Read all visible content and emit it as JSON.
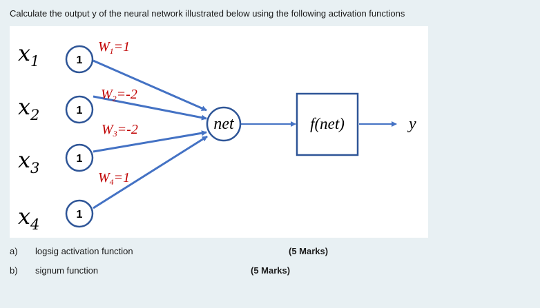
{
  "question": "Calculate the output y of the neural network illustrated below using the following activation functions",
  "diagram": {
    "inputs": [
      {
        "name": "x",
        "index": "1",
        "node_value": "1"
      },
      {
        "name": "x",
        "index": "2",
        "node_value": "1"
      },
      {
        "name": "x",
        "index": "3",
        "node_value": "1"
      },
      {
        "name": "x",
        "index": "4",
        "node_value": "1"
      }
    ],
    "weights": [
      {
        "symbol": "W",
        "index": "1",
        "value": "=1"
      },
      {
        "symbol": "W",
        "index": "2",
        "value": "=-2"
      },
      {
        "symbol": "W",
        "index": "3",
        "value": "=-2"
      },
      {
        "symbol": "W",
        "index": "4",
        "value": "=1"
      }
    ],
    "sum_node": "net",
    "activation_box": "f(net)",
    "output": "y",
    "colors": {
      "node_stroke": "#2e5597",
      "edge": "#4472c4",
      "weight_text": "#c00000"
    }
  },
  "parts": [
    {
      "letter": "a)",
      "text": "logsig activation function",
      "marks": "(5 Marks)"
    },
    {
      "letter": "b)",
      "text": "signum function",
      "marks": "(5 Marks)"
    }
  ]
}
